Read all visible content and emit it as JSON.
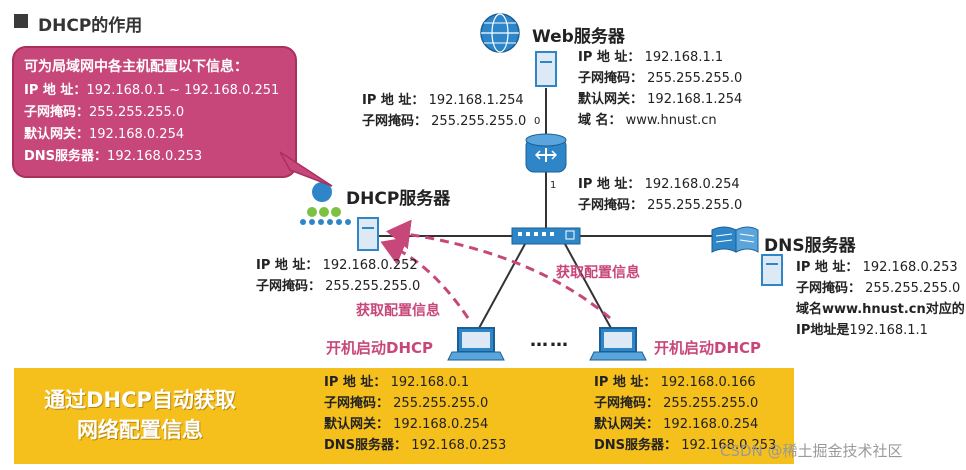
{
  "title": "DHCP的作用",
  "callout": {
    "heading": "可为局域网中各主机配置以下信息：",
    "rows": [
      {
        "label": "IP 地   址：",
        "value": "192.168.0.1 ~ 192.168.0.251"
      },
      {
        "label": "子网掩码：",
        "value": "255.255.255.0"
      },
      {
        "label": "默认网关：",
        "value": "192.168.0.254"
      },
      {
        "label": "DNS服务器：",
        "value": "192.168.0.253"
      }
    ]
  },
  "web_server": {
    "name": "Web服务器",
    "rows": [
      {
        "label": "IP 地  址：",
        "value": "192.168.1.1"
      },
      {
        "label": "子网掩码：",
        "value": "255.255.255.0"
      },
      {
        "label": "默认网关：",
        "value": "192.168.1.254"
      },
      {
        "label": "域      名：",
        "value": "www.hnust.cn"
      }
    ]
  },
  "router_port0": {
    "port": "0",
    "rows": [
      {
        "label": "IP 地  址：",
        "value": "192.168.1.254"
      },
      {
        "label": "子网掩码：",
        "value": "255.255.255.0"
      }
    ]
  },
  "router_port1": {
    "port": "1",
    "rows": [
      {
        "label": "IP 地  址：",
        "value": "192.168.0.254"
      },
      {
        "label": "子网掩码：",
        "value": "255.255.255.0"
      }
    ]
  },
  "dhcp_server": {
    "name": "DHCP服务器",
    "rows": [
      {
        "label": "IP 地  址：",
        "value": "192.168.0.252"
      },
      {
        "label": "子网掩码：",
        "value": "255.255.255.0"
      }
    ]
  },
  "dns_server": {
    "name": "DNS服务器",
    "rows": [
      {
        "label": "IP 地  址：",
        "value": "192.168.0.253"
      },
      {
        "label": "子网掩码：",
        "value": "255.255.255.0"
      }
    ],
    "note_line1": "域名www.hnust.cn对应的",
    "note_line2_bold": "IP地址是",
    "note_line2_value": "192.168.1.1"
  },
  "request_label": "获取配置信息",
  "host_boot_label": "开机启动DHCP",
  "ellipsis": "……",
  "band": {
    "line1": "通过DHCP自动获取",
    "line2": "网络配置信息",
    "host1": [
      {
        "label": "IP 地   址：",
        "value": "192.168.0.1"
      },
      {
        "label": "子网掩码：",
        "value": "255.255.255.0"
      },
      {
        "label": "默认网关：",
        "value": "192.168.0.254"
      },
      {
        "label": "DNS服务器：",
        "value": "192.168.0.253"
      }
    ],
    "host2": [
      {
        "label": "IP 地   址：",
        "value": "192.168.0.166"
      },
      {
        "label": "子网掩码：",
        "value": "255.255.255.0"
      },
      {
        "label": "默认网关：",
        "value": "192.168.0.254"
      },
      {
        "label": "DNS服务器：",
        "value": "192.168.0.253"
      }
    ]
  },
  "watermark": "CSDN @稀土掘金技术社区",
  "colors": {
    "accent_pink": "#c8477a",
    "band_yellow": "#f5bf1c",
    "device_blue": "#2e86c8"
  }
}
